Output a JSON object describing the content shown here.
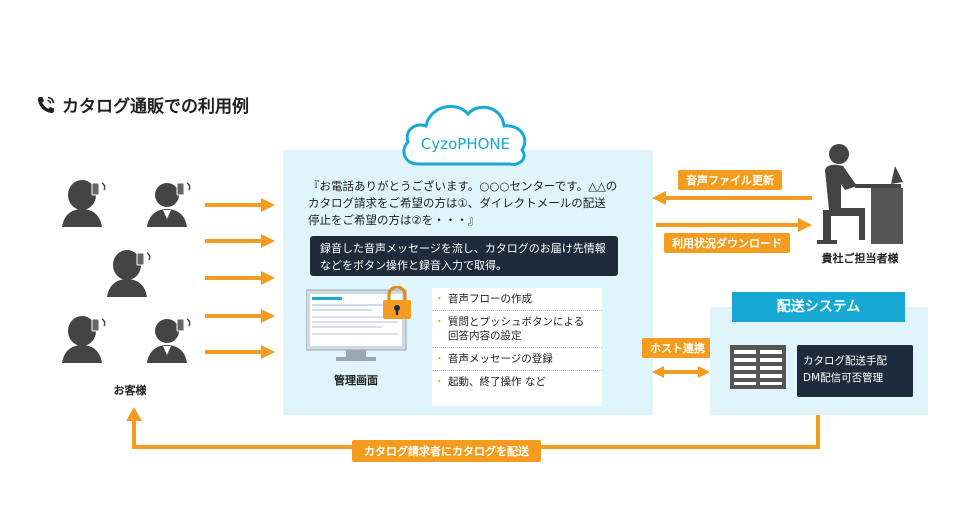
{
  "title": "カタログ通販での利用例",
  "cloud_label": "CyzoPHONE",
  "script_lines": [
    "『お電話ありがとうございます。○○○センターです。△△の",
    "カタログ請求をご希望の方は①、ダイレクトメールの配送",
    "停止をご希望の方は②を・・・』"
  ],
  "dark_box_lines": [
    "録音した音声メッセージを流し、カタログのお届け先情報",
    "などをボタン操作と録音入力で取得。"
  ],
  "feature_list": [
    "音声フローの作成",
    "質問とプッシュボタンによる\n回答内容の設定",
    "音声メッセージの登録",
    "起動、終了操作 など"
  ],
  "admin_screen_label": "管理画面",
  "customers_label": "お客様",
  "staff_label": "貴社ご担当者様",
  "arrow_labels": {
    "audio_update": "音声ファイル更新",
    "usage_download": "利用状況ダウンロード",
    "host_link": "ホスト連携",
    "catalog_delivery": "カタログ請求者にカタログを配送"
  },
  "delivery_system": {
    "header": "配送システム",
    "lines": [
      "カタログ配送手配",
      "DM配信可否管理"
    ]
  },
  "colors": {
    "orange": "#f39c1f",
    "light_blue_panel": "#dff4fb",
    "cyan": "#17a9d4",
    "dark_navy": "#1f2a3d",
    "person_gray": "#444444"
  },
  "icons": [
    "phone-icon",
    "cloud-icon",
    "person-phone-icon",
    "monitor-icon",
    "lock-icon",
    "server-icon",
    "desk-worker-icon"
  ]
}
